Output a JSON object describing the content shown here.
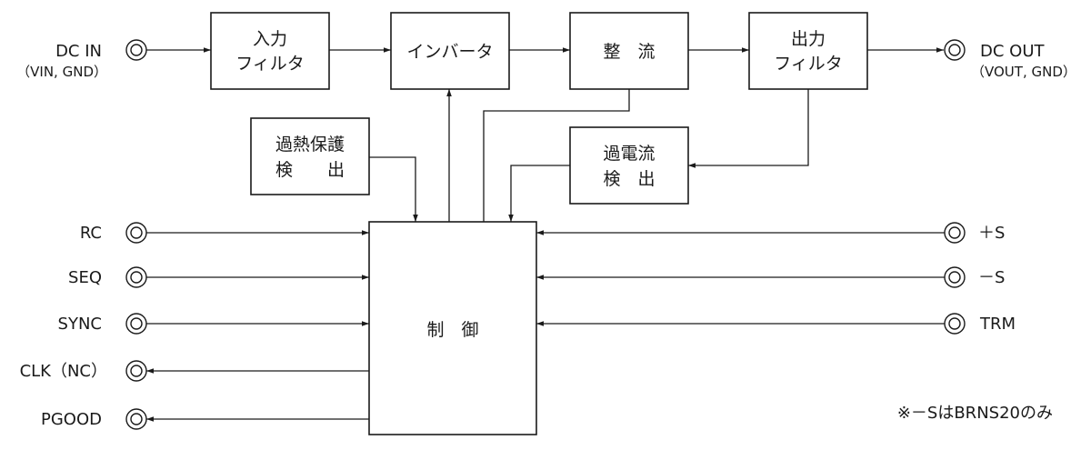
{
  "blocks": {
    "input_filter": [
      "入力",
      "フィルタ"
    ],
    "inverter": [
      "インバータ"
    ],
    "rectifier": [
      "整　流"
    ],
    "output_filter": [
      "出力",
      "フィルタ"
    ],
    "overheat": [
      "過熱保護",
      "検　　出"
    ],
    "overcurrent": [
      "過電流",
      "検　出"
    ],
    "control": [
      "制　御"
    ]
  },
  "terminals": {
    "dc_in": "DC IN",
    "dc_in_sub": "（VIN, GND）",
    "dc_out": "DC OUT",
    "dc_out_sub": "（VOUT, GND）",
    "rc": "RC",
    "seq": "SEQ",
    "sync": "SYNC",
    "clk": "CLK（NC）",
    "pgood": "PGOOD",
    "plus_s": "＋S",
    "minus_s": "－S",
    "trm": "TRM"
  },
  "note": "※－SはBRNS20のみ",
  "colors": {
    "ink": "#1a1a1a",
    "background": "#ffffff"
  }
}
